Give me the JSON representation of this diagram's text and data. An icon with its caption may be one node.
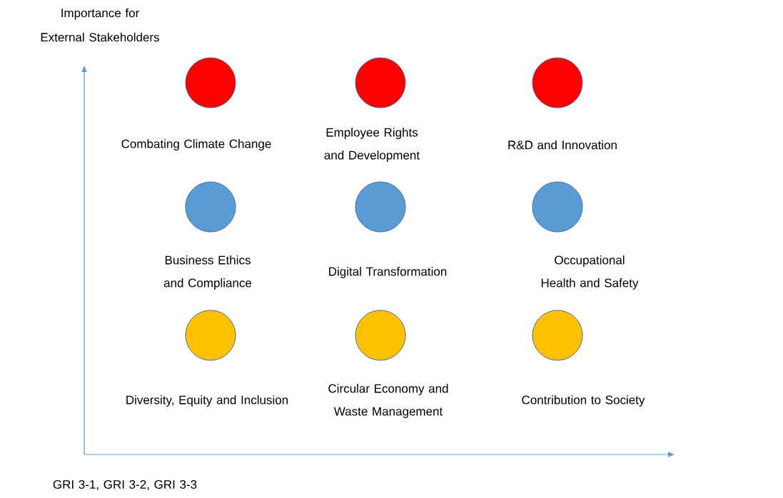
{
  "diagram": {
    "nodes": [
      {
        "text": [],
        "shape": "circle",
        "beside": [
          "Combating Climate Change"
        ]
      },
      {
        "text": [],
        "shape": "circle",
        "beside": [
          "Employee Rights and Development"
        ]
      },
      {
        "text": [],
        "shape": "circle",
        "beside": [
          "R&D and Innovation"
        ]
      },
      {
        "text": [],
        "shape": "circle",
        "beside": [
          "Business Ethics and Compliance"
        ]
      },
      {
        "text": [],
        "shape": "circle",
        "beside": [
          "Digital Transformation"
        ]
      },
      {
        "text": [],
        "shape": "circle",
        "beside": [
          "Occupational Health and Safety"
        ]
      },
      {
        "text": [],
        "shape": "circle",
        "beside": [
          "Diversity, Equity and Inclusion"
        ]
      },
      {
        "text": [],
        "shape": "circle",
        "beside": [
          "Circular Economy and Waste Management"
        ]
      },
      {
        "text": [],
        "shape": "circle",
        "beside": [
          "Contribution to Society"
        ]
      }
    ],
    "labels": [
      "Importance for External Stakeholders",
      "GRI 3-1, GRI 3-2, GRI 3-3"
    ]
  }
}
